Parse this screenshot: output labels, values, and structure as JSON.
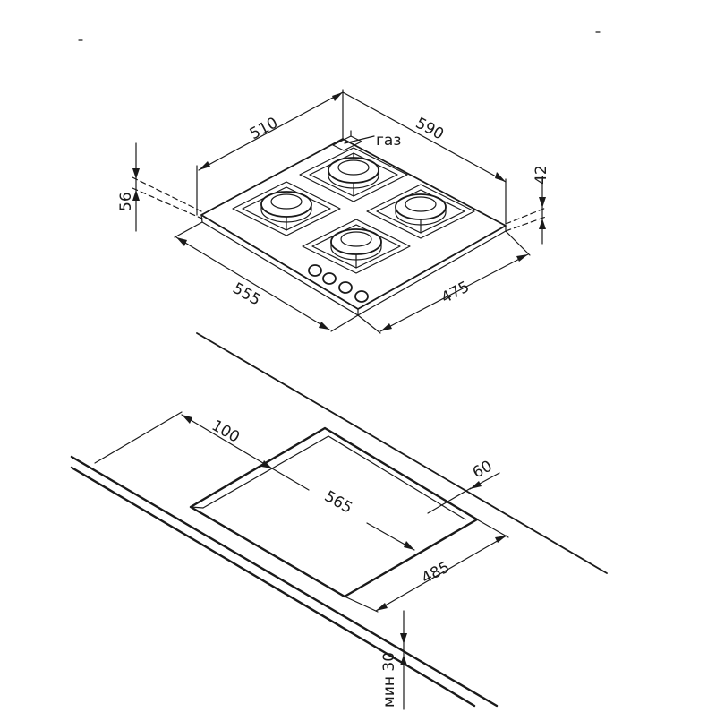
{
  "hob": {
    "width_label": "590",
    "depth_label": "510",
    "gas_label": "газ",
    "total_height_label": "56",
    "panel_height_label": "42",
    "body_width_label": "555",
    "body_depth_label": "475"
  },
  "cutout": {
    "wall_distance_label": "100",
    "front_edge_label": "60",
    "width_label": "565",
    "depth_label": "485",
    "min_thickness_label": "мин 30"
  },
  "colors": {
    "line": "#1a1a1a",
    "background": "#ffffff"
  }
}
